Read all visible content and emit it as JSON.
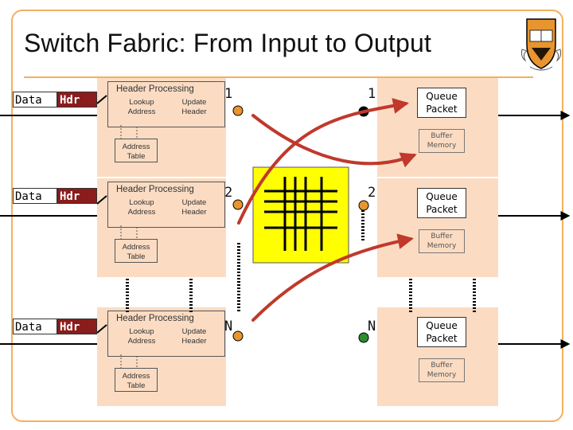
{
  "title": "Switch Fabric: From Input to Output",
  "input_ports": [
    {
      "data_label": "Data",
      "hdr_label": "Hdr",
      "header_processing": "Header Processing",
      "lookup": "Lookup Address",
      "update": "Update Header",
      "address_table": "Address Table"
    },
    {
      "data_label": "Data",
      "hdr_label": "Hdr",
      "header_processing": "Header Processing",
      "lookup": "Lookup Address",
      "update": "Update Header",
      "address_table": "Address Table"
    },
    {
      "data_label": "Data",
      "hdr_label": "Hdr",
      "header_processing": "Header Processing",
      "lookup": "Lookup Address",
      "update": "Update Header",
      "address_table": "Address Table"
    }
  ],
  "port_numbers": {
    "in": [
      "1",
      "2",
      "N"
    ],
    "out": [
      "1",
      "2",
      "N"
    ]
  },
  "output_ports": [
    {
      "queue": "Queue Packet",
      "buffer": "Buffer Memory"
    },
    {
      "queue": "Queue Packet",
      "buffer": "Buffer Memory"
    },
    {
      "queue": "Queue Packet",
      "buffer": "Buffer Memory"
    }
  ],
  "colors": {
    "frame": "#f3b060",
    "panel": "#fbdcc3",
    "hdr": "#8b1c1c",
    "port_in": "#e8952f",
    "port_out_1": "#000000",
    "port_out_2": "#e8952f",
    "port_out_n": "#2e8b2e",
    "fabric": "#ffff00",
    "arrow": "#c0392b"
  },
  "icons": {
    "logo": "princeton-shield-icon"
  }
}
